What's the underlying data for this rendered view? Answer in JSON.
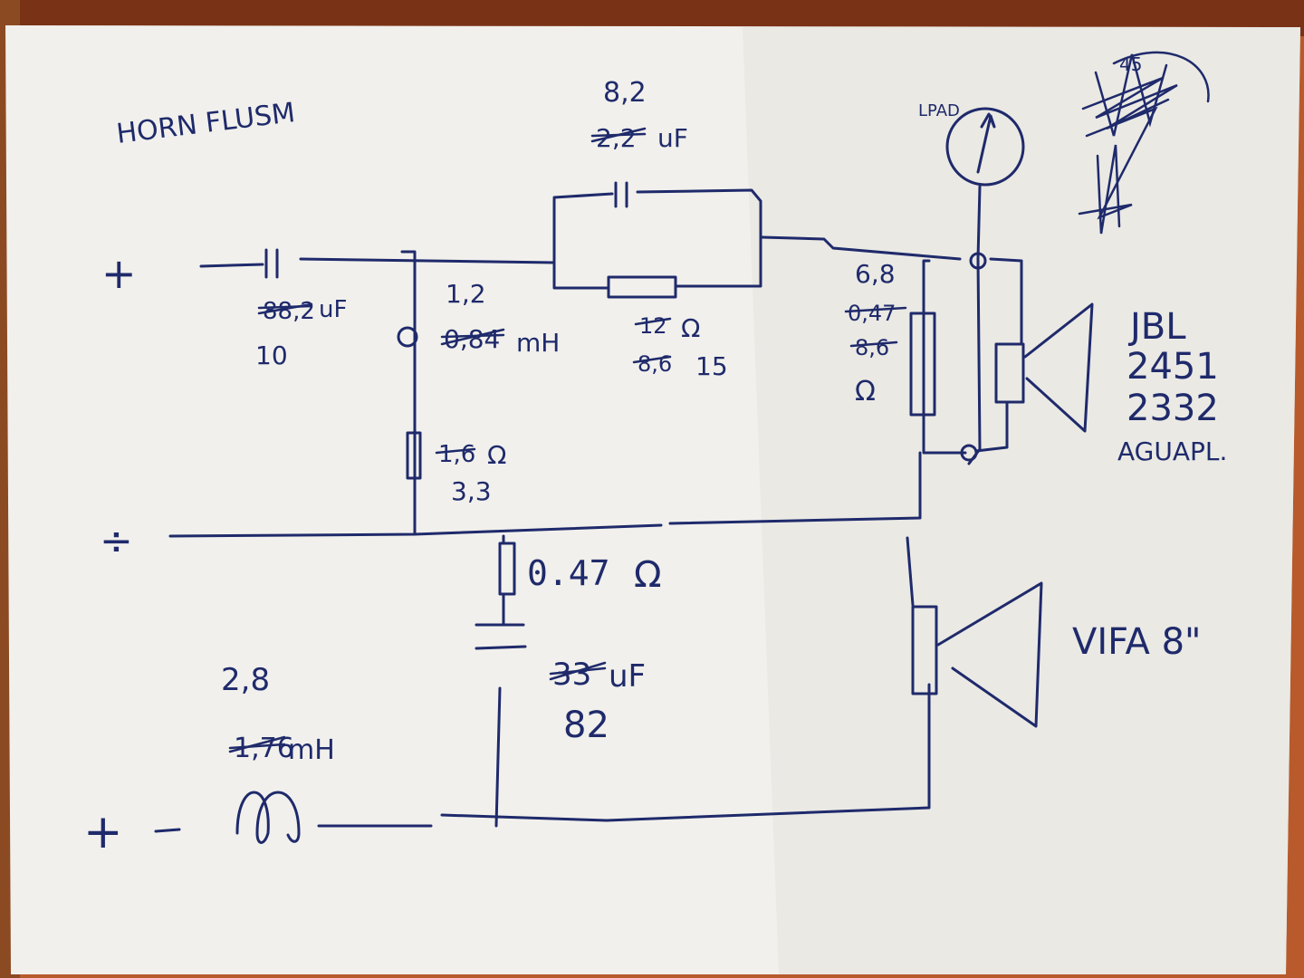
{
  "colors": {
    "paper": "#f1f0ec",
    "paper_shadow": "#d9d7d0",
    "ink": "#1f2a6b",
    "table": "#b85a2c",
    "table_dark": "#7a3216"
  },
  "labels": {
    "title": "HORN FLUSM",
    "plus_top": "+",
    "minus": "÷",
    "plus_bottom": "+",
    "lpad": "LPAD",
    "pad_angle": "45",
    "horn_brand": "JBL",
    "horn_model1": "2451",
    "horn_model2": "2332",
    "horn_model3": "AGUAPL.",
    "woofer": "VIFA 8\""
  },
  "components": {
    "c_series": {
      "crossed": "88,2",
      "unit": "uF",
      "value": "10"
    },
    "l_shunt": {
      "value": "1,2",
      "crossed": "0,84",
      "unit": "mH"
    },
    "r_shunt": {
      "crossed": "1,6",
      "unit": "Ω",
      "value": "3,3"
    },
    "c_bypass": {
      "value": "8,2",
      "crossed": "2,2",
      "unit": "uF"
    },
    "r_bypass": {
      "crossed": "12",
      "unit": "Ω",
      "crossed2": "8,6",
      "value": "15"
    },
    "r_parallel": {
      "value": "6,8",
      "crossed": "0,47",
      "crossed2": "8,6",
      "unit": "Ω"
    },
    "r_low": {
      "value": "0.47",
      "unit": "Ω"
    },
    "c_low": {
      "crossed": "33",
      "unit": "uF",
      "value": "82"
    },
    "l_low": {
      "value": "2,8",
      "crossed": "1,76",
      "unit": "mH"
    }
  }
}
